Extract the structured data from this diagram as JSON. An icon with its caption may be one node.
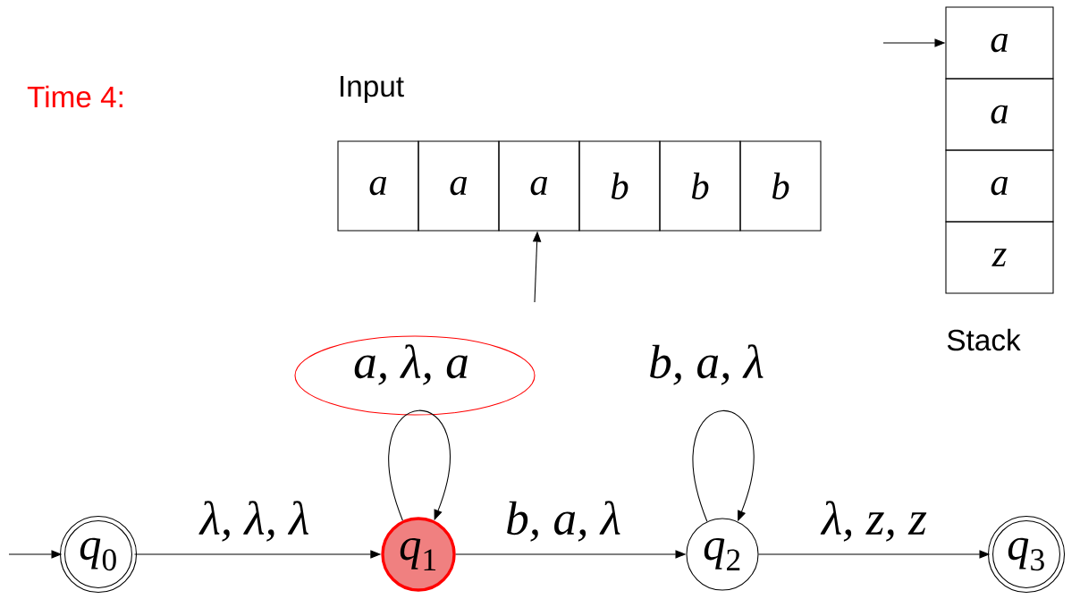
{
  "diagram": {
    "nodes": [
      {
        "text": [
          "a"
        ]
      },
      {
        "text": [
          "a"
        ]
      },
      {
        "text": [
          "a"
        ]
      },
      {
        "text": [
          "b"
        ]
      },
      {
        "text": [
          "b"
        ]
      },
      {
        "text": [
          "b"
        ]
      },
      {
        "text": [
          "a"
        ]
      },
      {
        "text": [
          "a"
        ]
      },
      {
        "text": [
          "a"
        ]
      },
      {
        "text": [
          "z"
        ]
      },
      {
        "text": [
          "*q*$_{0}$"
        ]
      },
      {
        "text": [
          "*q*$_{1}$"
        ]
      },
      {
        "text": [
          "*q*$_{2}$"
        ]
      },
      {
        "text": [
          "*q*$_{3}$"
        ]
      }
    ],
    "edges": [
      {
        "from": null,
        "to": 2,
        "arrow": "to"
      },
      {
        "from": null,
        "to": 6,
        "arrow": "to"
      },
      {
        "from": null,
        "to": 10,
        "arrow": "to"
      },
      {
        "from": 10,
        "to": 11,
        "arrow": "to",
        "label": "λ, λ, λ"
      },
      {
        "from": 11,
        "to": 11,
        "arrow": "to",
        "label": "a, λ, a"
      },
      {
        "from": 11,
        "to": 12,
        "arrow": "to",
        "label": "b, a, λ"
      },
      {
        "from": 12,
        "to": 12,
        "arrow": "to",
        "label": "b, a, λ"
      },
      {
        "from": 12,
        "to": 13,
        "arrow": "to",
        "label": "λ, z, z"
      }
    ],
    "labels": [
      "Time 4:",
      "Input",
      "Stack"
    ]
  }
}
